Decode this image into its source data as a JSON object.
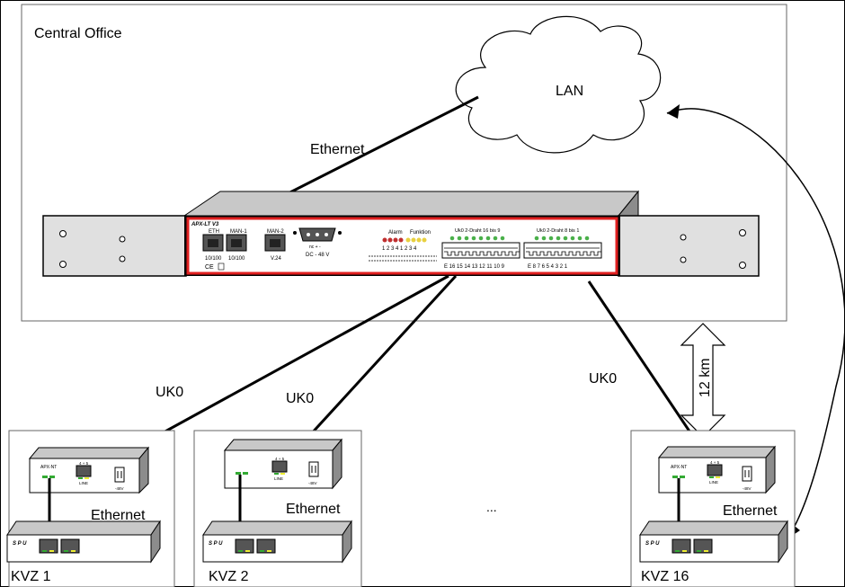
{
  "labels": {
    "central_office": "Central Office",
    "lan": "LAN",
    "ethernet_top": "Ethernet",
    "uk0_1": "UK0",
    "uk0_2": "UK0",
    "uk0_3": "UK0",
    "distance": "12 km",
    "ellipsis": "...",
    "ethernet_kvz1": "Ethernet",
    "ethernet_kvz2": "Ethernet",
    "ethernet_kvz16": "Ethernet",
    "kvz1": "KVZ 1",
    "kvz2": "KVZ 2",
    "kvz16": "KVZ 16"
  },
  "panel": {
    "model": "APX-LT V3",
    "port_eth": "ETH",
    "port_man1": "MAN-1",
    "port_man2": "MAN-2",
    "speed_eth": "10/100",
    "speed_man1": "10/100",
    "v24": "V.24",
    "power_pins": "nc  +  -",
    "power_label": "DC - 48 V",
    "alarm": "Alarm",
    "funktion": "Funktion",
    "led_numbers": "1 2 3 4 1 2 3 4",
    "uk0_left": "Uk0 2-Draht 16 bis 9",
    "uk0_right": "Uk0 2-Draht 8 bis 1",
    "numbers_left": "E 16 15  14  13  12  11  10   9",
    "numbers_right": "E 8   7    6    5    4    3    2    1"
  },
  "nt": {
    "model": "APX-NT",
    "line": "LINE",
    "voltage": "-48V",
    "port": "4 + 5"
  },
  "spu": {
    "label": "S P U"
  }
}
